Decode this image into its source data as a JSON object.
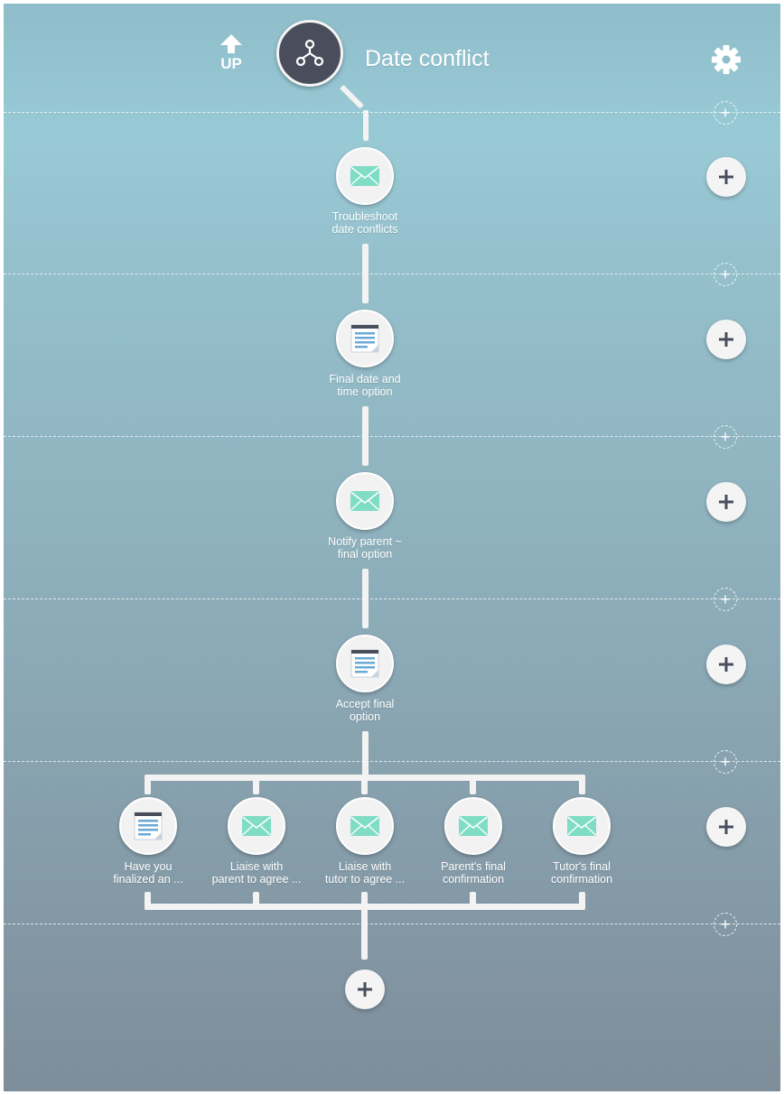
{
  "header": {
    "up_label": "UP",
    "title": "Date conflict"
  },
  "icons": {
    "root": "hierarchy-icon",
    "up": "arrow-up-icon",
    "settings": "gear-icon",
    "email": "envelope-icon",
    "form": "form-icon",
    "add": "plus-icon"
  },
  "colors": {
    "envelope": "#7fdcc5",
    "form": "#6aa9d6",
    "root": "#4a4e5c",
    "connector": "#f3f3f3"
  },
  "steps": [
    {
      "icon": "envelope-icon",
      "label": "Troubleshoot\ndate conflicts"
    },
    {
      "icon": "form-icon",
      "label": "Final date and\ntime option"
    },
    {
      "icon": "envelope-icon",
      "label": "Notify parent ~\nfinal option"
    },
    {
      "icon": "form-icon",
      "label": "Accept final\noption"
    }
  ],
  "parallel_steps": [
    {
      "icon": "form-icon",
      "label": "Have you\nfinalized an ..."
    },
    {
      "icon": "envelope-icon",
      "label": "Liaise with\nparent to agree ..."
    },
    {
      "icon": "envelope-icon",
      "label": "Liaise with\ntutor to agree ..."
    },
    {
      "icon": "envelope-icon",
      "label": "Parent's final\nconfirmation"
    },
    {
      "icon": "envelope-icon",
      "label": "Tutor's final\nconfirmation"
    }
  ],
  "insert_symbol": "+"
}
